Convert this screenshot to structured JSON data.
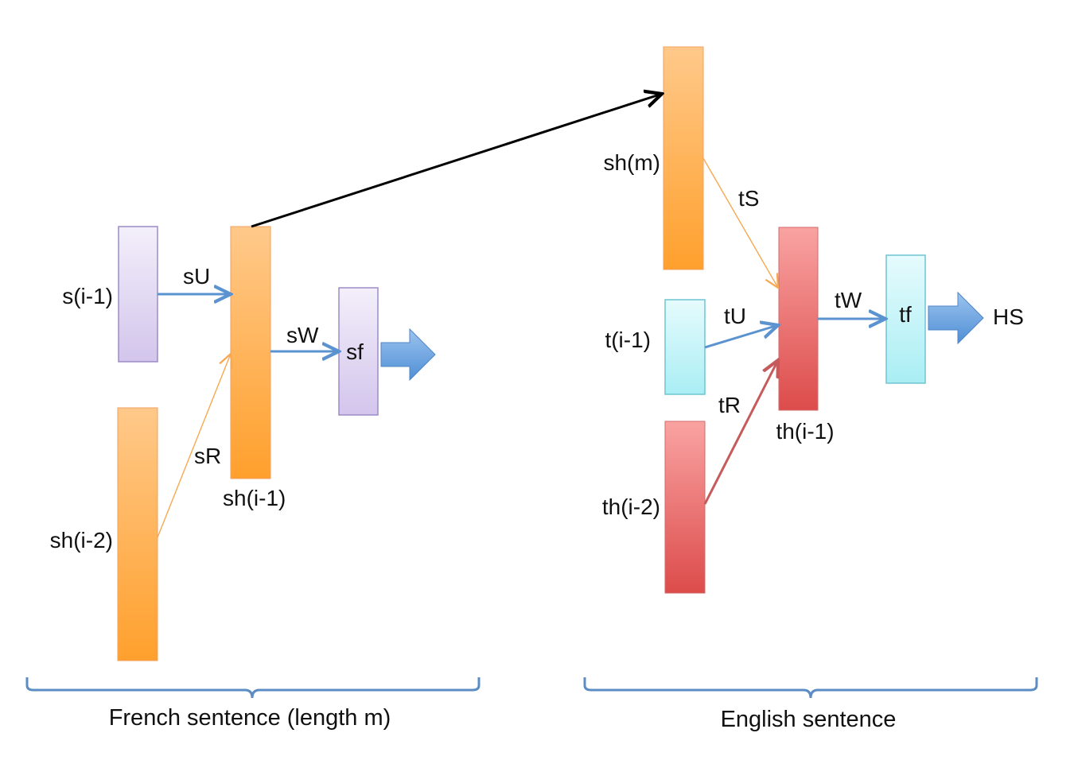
{
  "colors": {
    "orange": "#ffa23a",
    "purple": "#d9cdf0",
    "cyan": "#aef0f5",
    "red": "#e0504f",
    "arrow_blue": "#5b93d0",
    "arrow_orange": "#f7a852",
    "arrow_red": "#c65b5b",
    "arrow_black": "#000000",
    "brace": "#5b8cc4"
  },
  "source": {
    "caption": "French sentence (length m)",
    "nodes": {
      "s_prev": "s(i-1)",
      "sh_prev2": "sh(i-2)",
      "sh_prev": "sh(i-1)",
      "sf": "sf"
    },
    "edges": {
      "sU": "sU",
      "sR": "sR",
      "sW": "sW"
    }
  },
  "target": {
    "caption": "English sentence",
    "nodes": {
      "sh_m": "sh(m)",
      "t_prev": "t(i-1)",
      "th_prev2": "th(i-2)",
      "th_prev": "th(i-1)",
      "tf": "tf",
      "output": "HS"
    },
    "edges": {
      "tS": "tS",
      "tU": "tU",
      "tR": "tR",
      "tW": "tW"
    }
  }
}
